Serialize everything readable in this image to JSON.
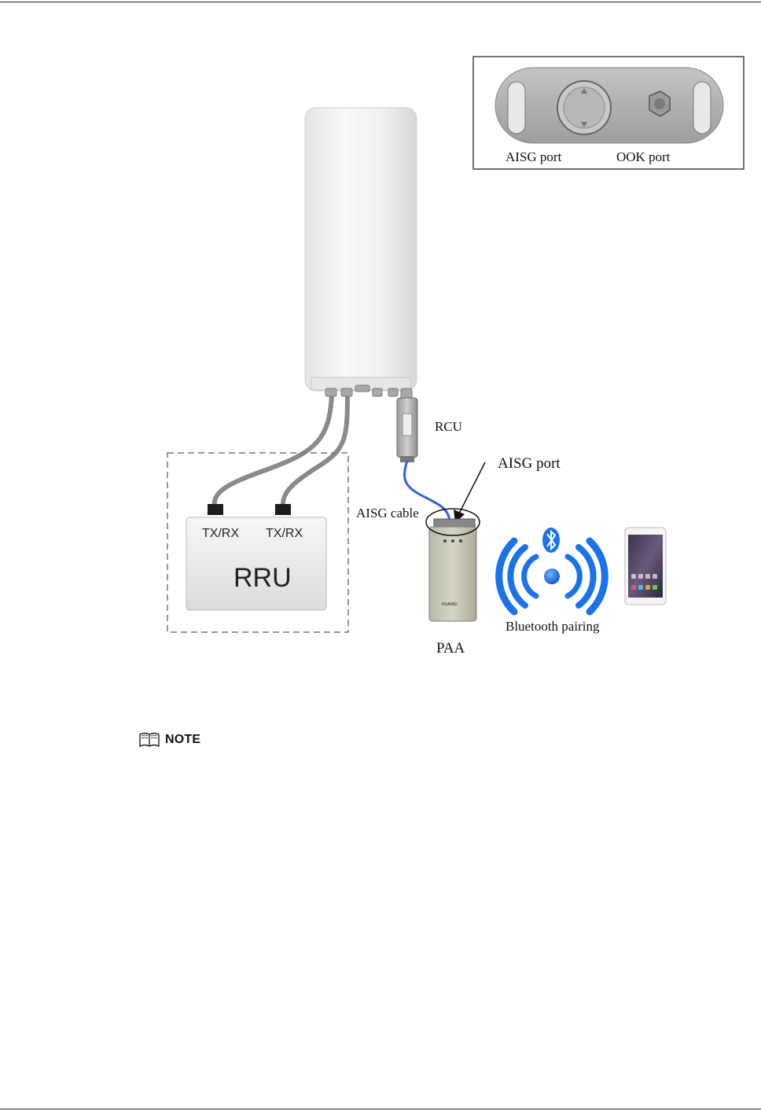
{
  "labels": {
    "inset_aisg_port": "AISG port",
    "inset_ook_port": "OOK port",
    "rcu": "RCU",
    "aisg_port": "AISG port",
    "aisg_cable": "AISG cable",
    "txrx_1": "TX/RX",
    "txrx_2": "TX/RX",
    "rru": "RRU",
    "bluetooth_pairing": "Bluetooth pairing",
    "paa": "PAA",
    "paa_brand": "HUAWEI"
  },
  "note": {
    "label": "NOTE",
    "icon": "book-icon"
  },
  "colors": {
    "antenna": "#f2f2f2",
    "cable_gray": "#8a8a8a",
    "aisg_cable": "#3a5fd9",
    "bluetooth_blue": "#1a73e8",
    "rru_box": "#ededed"
  }
}
